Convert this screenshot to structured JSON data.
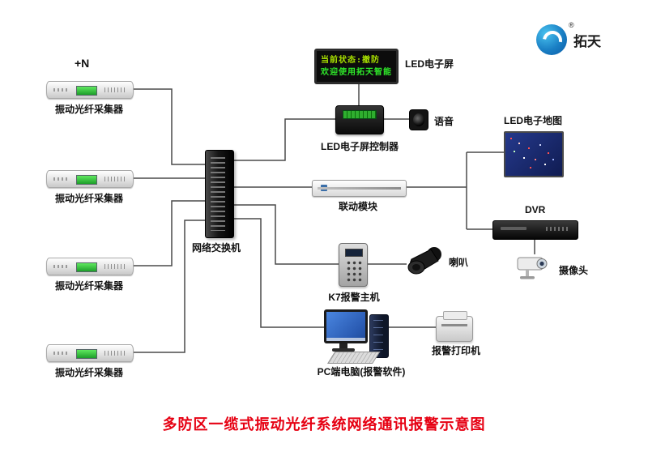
{
  "logo": {
    "brand": "拓天",
    "registered_mark": "®"
  },
  "title": "多防区一缆式振动光纤系统网络通讯报警示意图",
  "collectors": {
    "count_label": "+N",
    "label": "振动光纤采集器"
  },
  "network_switch": {
    "label": "网络交换机"
  },
  "led_screen": {
    "label": "LED电子屏",
    "line1": "当前状态:撤防",
    "line2": "欢迎使用拓天智能"
  },
  "led_controller": {
    "label": "LED电子屏控制器"
  },
  "voice": {
    "label": "语音"
  },
  "linkage_module": {
    "label": "联动模块"
  },
  "led_map": {
    "label": "LED电子地图"
  },
  "dvr": {
    "label": "DVR"
  },
  "camera": {
    "label": "摄像头"
  },
  "alarm_host": {
    "label": "K7报警主机"
  },
  "horn": {
    "label": "喇叭"
  },
  "pc": {
    "label": "PC端电脑(报警软件)"
  },
  "printer": {
    "label": "报警打印机"
  },
  "colors": {
    "title": "#e60012",
    "led_text_top": "#a8e000",
    "led_text_bottom": "#2fe82a",
    "background": "#ffffff"
  }
}
